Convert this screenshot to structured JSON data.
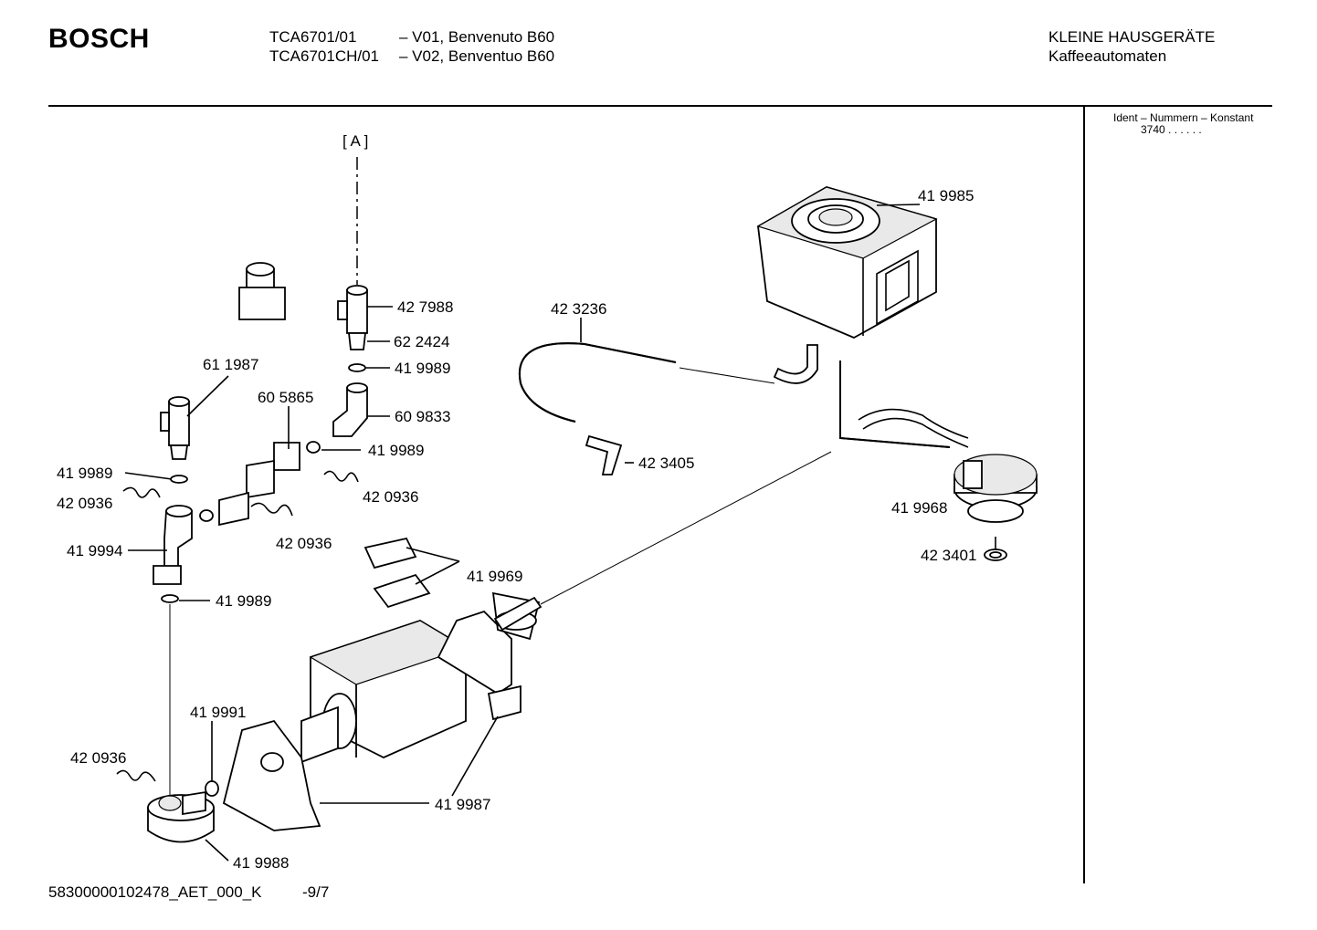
{
  "header": {
    "brand": "BOSCH",
    "model_1_code": "TCA6701/01",
    "model_1_desc": "– V01, Benvenuto B60",
    "model_2_code": "TCA6701CH/01",
    "model_2_desc": "– V02, Benventuo B60",
    "category": "KLEINE HAUSGERÄTE",
    "subcategory": "Kaffeeautomaten"
  },
  "ident": {
    "title": "Ident – Nummern – Konstant",
    "value": "3740  . .    . . . ."
  },
  "reference_marker": "[ A ]",
  "part_labels": [
    "41 9985",
    "42 3236",
    "42 7988",
    "62 2424",
    "41 9989",
    "61 1987",
    "60 5865",
    "60 9833",
    "41 9989",
    "41 9989",
    "42 0936",
    "42 0936",
    "42 0936",
    "41 9994",
    "42 3405",
    "41 9968",
    "42 3401",
    "41 9969",
    "41 9989",
    "41 9991",
    "42 0936",
    "41 9987",
    "41 9988"
  ],
  "footer": {
    "doc_id": "58300000102478_AET_000_K",
    "page": "-9/7"
  }
}
